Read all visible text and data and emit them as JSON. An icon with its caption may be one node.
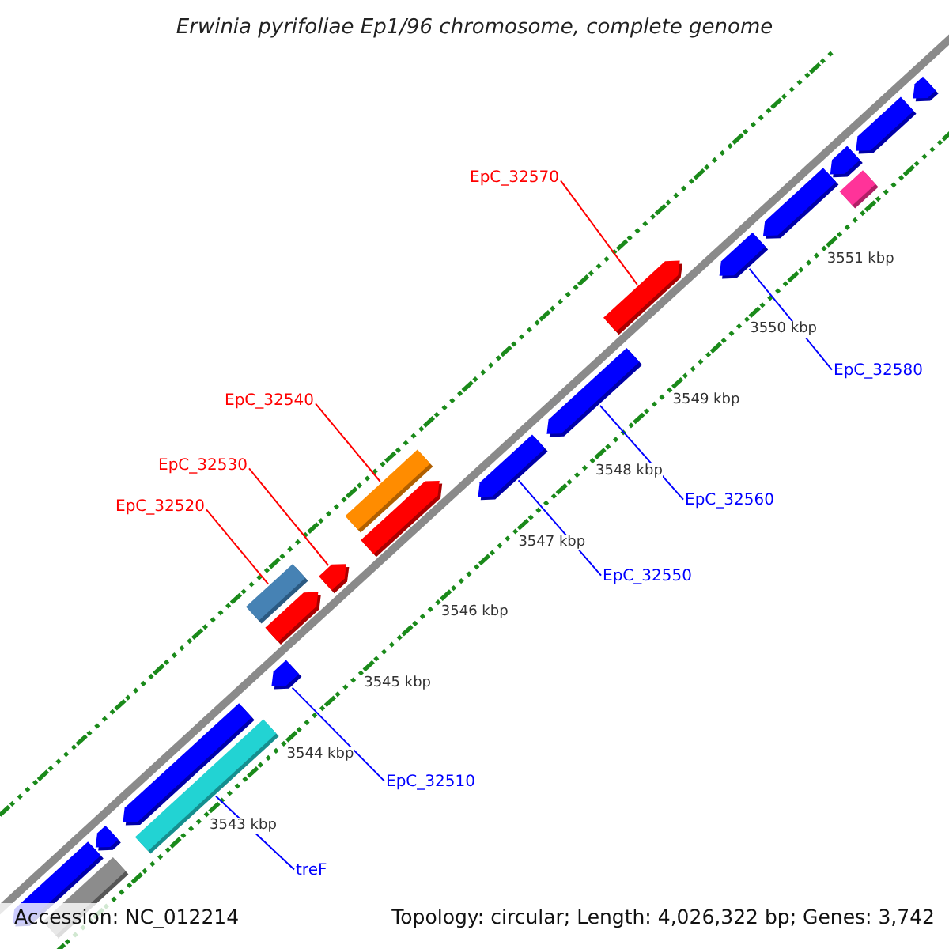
{
  "diagram": {
    "title": "Erwinia pyrifoliae Ep1/96 chromosome, complete genome",
    "nodes": [
      {
        "text": [
          "EpC_32570"
        ]
      },
      {
        "text": [
          "EpC_32580"
        ]
      },
      {
        "text": [
          "EpC_32540"
        ]
      },
      {
        "text": [
          "EpC_32530"
        ]
      },
      {
        "text": [
          "EpC_32560"
        ]
      },
      {
        "text": [
          "EpC_32520"
        ]
      },
      {
        "text": [
          "EpC_32550"
        ]
      },
      {
        "text": [
          "EpC_32510"
        ]
      },
      {
        "text": [
          "treF"
        ]
      },
      {
        "text": [],
        "shape": "pentagon"
      },
      {
        "text": [],
        "shape": "bar"
      },
      {
        "text": [],
        "shape": "pentagon"
      },
      {
        "text": [],
        "shape": "pentagon"
      },
      {
        "text": [],
        "shape": "bar"
      },
      {
        "text": [],
        "shape": "bar"
      },
      {
        "text": [],
        "shape": "pentagon"
      },
      {
        "text": [],
        "shape": "pentagon"
      },
      {
        "text": [],
        "shape": "pentagon"
      },
      {
        "text": [],
        "shape": "bar"
      },
      {
        "text": [],
        "shape": "pentagon"
      },
      {
        "text": [],
        "shape": "pentagon"
      },
      {
        "text": [],
        "shape": "pentagon"
      },
      {
        "text": [],
        "shape": "pentagon"
      },
      {
        "text": [],
        "shape": "pentagon"
      },
      {
        "text": [],
        "shape": "pentagon"
      },
      {
        "text": [],
        "shape": "pentagon"
      },
      {
        "text": [],
        "shape": "bar"
      },
      {
        "text": [],
        "shape": "pentagon"
      },
      {
        "text": [],
        "shape": "pentagon"
      }
    ],
    "edges": [
      {
        "from": 0,
        "to": 22,
        "arrow": "none",
        "color": "#ff0000"
      },
      {
        "from": 1,
        "to": 23,
        "arrow": "none"
      },
      {
        "from": 2,
        "to": 18,
        "arrow": "none",
        "color": "#ff0000"
      },
      {
        "from": 3,
        "to": 17,
        "arrow": "none",
        "color": "#ff0000"
      },
      {
        "from": 4,
        "to": 21,
        "arrow": "none"
      },
      {
        "from": 5,
        "to": 14,
        "arrow": "none",
        "color": "#ff0000"
      },
      {
        "from": 6,
        "to": 20,
        "arrow": "none"
      },
      {
        "from": 7,
        "to": 15,
        "arrow": "none"
      },
      {
        "from": 8,
        "to": 13,
        "arrow": "none"
      }
    ],
    "labels": [
      "3551 kbp",
      "3550 kbp",
      "3549 kbp",
      "3548 kbp",
      "3547 kbp",
      "3546 kbp",
      "3545 kbp",
      "3544 kbp",
      "3543 kbp",
      "Accession: NC_012214",
      "Topology: circular; Length: 4,026,322 bp; Genes: 3,742"
    ]
  }
}
